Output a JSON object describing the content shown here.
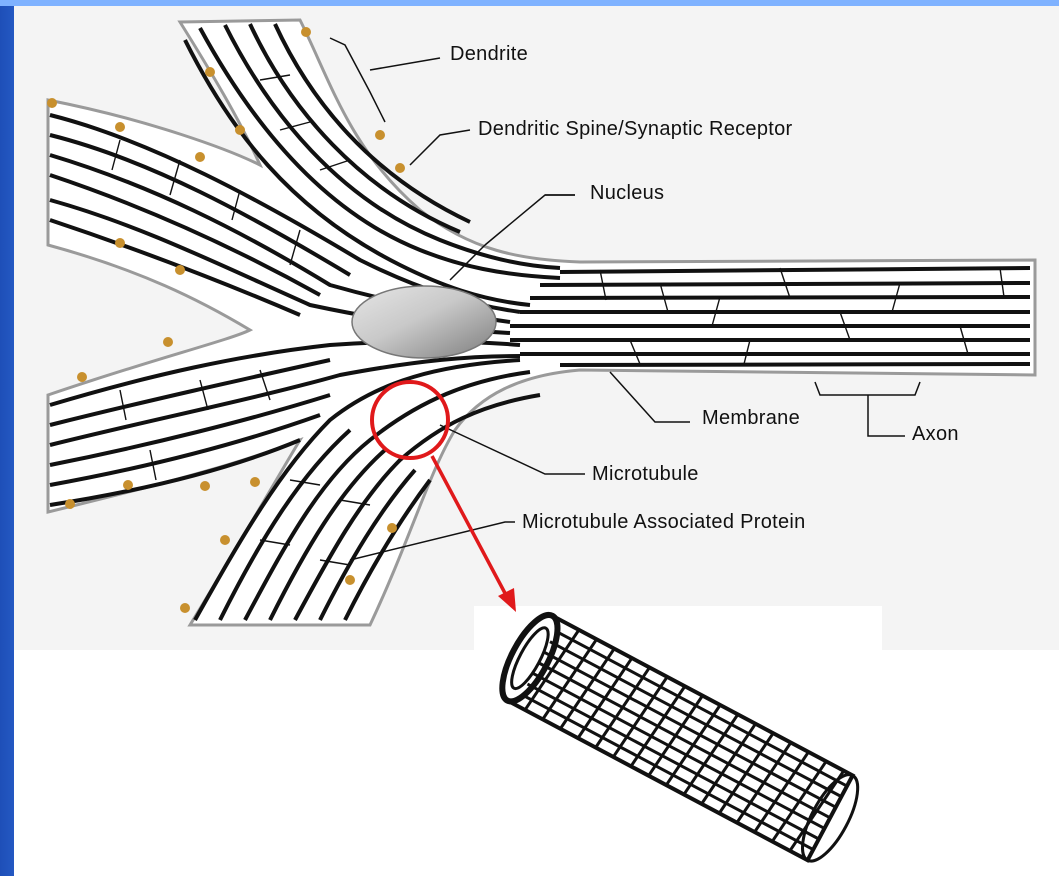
{
  "labels": {
    "dendrite": "Dendrite",
    "spine": "Dendritic Spine/Synaptic Receptor",
    "nucleus": "Nucleus",
    "membrane": "Membrane",
    "axon": "Axon",
    "microtubule": "Microtubule",
    "map_protein": "Microtubule Associated Protein"
  },
  "colors": {
    "slide_background": "#2f6ad6",
    "diagram_background": "#f4f4f4",
    "highlight_circle": "#e0191b",
    "arrow": "#e0191b",
    "spine_dots": "#c8902e",
    "nucleus": "#b9b9b9",
    "filaments": "#111111"
  },
  "icons": [
    "neuron-diagram",
    "microtubule-cylinder"
  ]
}
